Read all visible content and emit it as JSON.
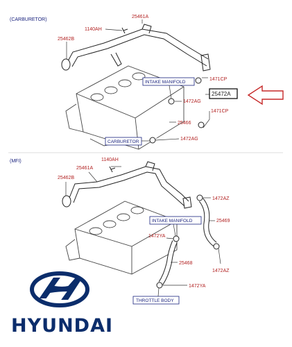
{
  "top": {
    "section": "(CARBURETOR)",
    "labels": {
      "p25461A": "25461A",
      "p1140AH": "1140AH",
      "p25462B": "25462B",
      "p1471CP_a": "1471CP",
      "p25472": "25472A",
      "p1472AG_a": "1472AG",
      "p1471CP_b": "1471CP",
      "p25466": "25466",
      "p1472AG_b": "1472AG"
    },
    "boxes": {
      "intake": "INTAKE MANIFOLD",
      "carb": "CARBURETOR"
    }
  },
  "bottom": {
    "section": "(MFI)",
    "labels": {
      "p25462B": "25462B",
      "p25461A": "25461A",
      "p1140AH": "1140AH",
      "p1472AZ_a": "1472AZ",
      "p25469": "25469",
      "p1472YA_a": "1472YA",
      "p25468": "25468",
      "p1472AZ_b": "1472AZ",
      "p1472YA_b": "1472YA"
    },
    "boxes": {
      "intake": "INTAKE MANIFOLD",
      "throttle": "THROTTLE BODY"
    }
  },
  "brand": {
    "name": "HYUNDAI",
    "color": "#0b2d6b"
  },
  "accent": {
    "label_red": "#b22222",
    "box_blue": "#1a237e",
    "arrow_red": "#c62828"
  }
}
